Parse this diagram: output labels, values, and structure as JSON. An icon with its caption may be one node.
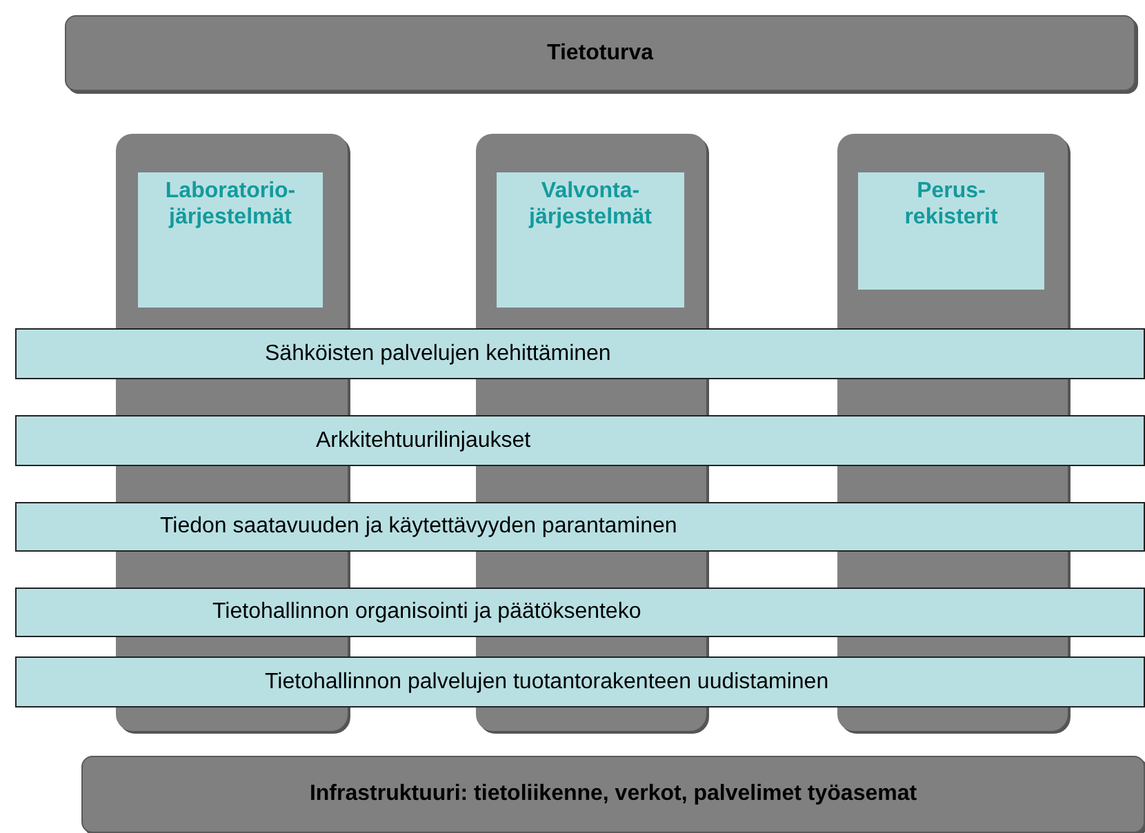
{
  "diagram": {
    "nodes": [
      {
        "text": [
          "Tietoturva"
        ]
      },
      {
        "text": [],
        "shape": "box"
      },
      {
        "text": [
          "Laboratorio- järjestelmät"
        ],
        "in": 1
      },
      {
        "text": [],
        "shape": "box"
      },
      {
        "text": [
          "Valvonta- järjestelmät"
        ],
        "in": 3
      },
      {
        "text": [],
        "shape": "box"
      },
      {
        "text": [
          "Perus- rekisterit"
        ],
        "in": 5
      },
      {
        "text": [
          "Sähköisten palvelujen kehittäminen"
        ]
      },
      {
        "text": [
          "Arkkitehtuurilinjaukset"
        ]
      },
      {
        "text": [
          "Tiedon saatavuuden ja käytettävyyden parantaminen"
        ]
      },
      {
        "text": [
          "Tietohallinnon organisointi ja päätöksenteko"
        ]
      },
      {
        "text": [
          "Tietohallinnon palvelujen tuotantorakenteen uudistaminen"
        ]
      },
      {
        "text": [
          "Infrastruktuuri: tietoliikenne, verkot, palvelimet työasemat"
        ]
      }
    ]
  }
}
